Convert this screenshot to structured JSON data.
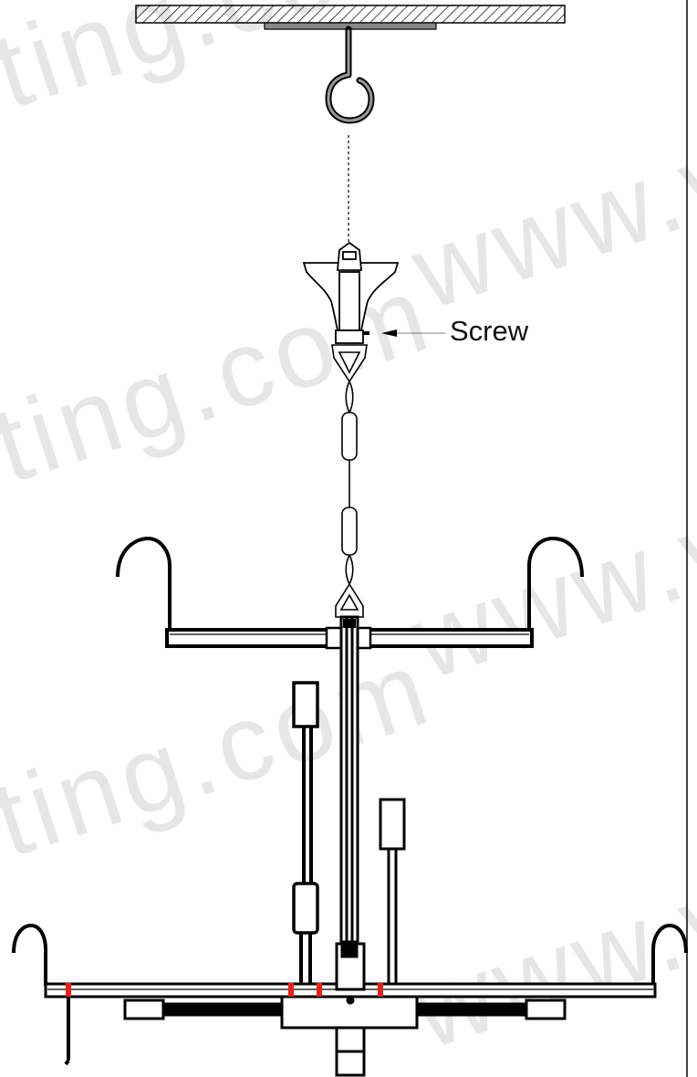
{
  "diagram": {
    "callout_label": "Screw",
    "watermark_text_left": "iting.com",
    "watermark_text_right": "www.y",
    "colors": {
      "line": "#000000",
      "marker": "#e8201c",
      "watermark": "#e6e6e6",
      "background": "#ffffff"
    }
  }
}
